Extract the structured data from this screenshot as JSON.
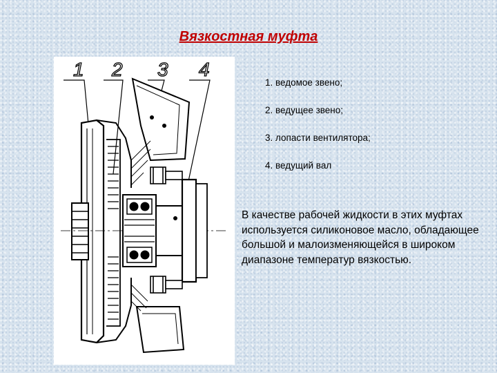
{
  "slide": {
    "title": "Вязкостная муфта",
    "figure": {
      "callout_numbers": [
        "1",
        "2",
        "3",
        "4"
      ]
    },
    "legend": [
      "1. ведомое звено;",
      "2. ведущее звено;",
      "3. лопасти вентилятора;",
      "4. ведущий вал"
    ],
    "note": "В качестве рабочей жидкости в этих муфтах используется силиконовое масло, обладающее большой и малоизменяющейся в широком диапазоне температур вязкостью."
  },
  "colors": {
    "background": "#d7e3ee",
    "title": "#c00000",
    "drawing_line": "#000000"
  }
}
